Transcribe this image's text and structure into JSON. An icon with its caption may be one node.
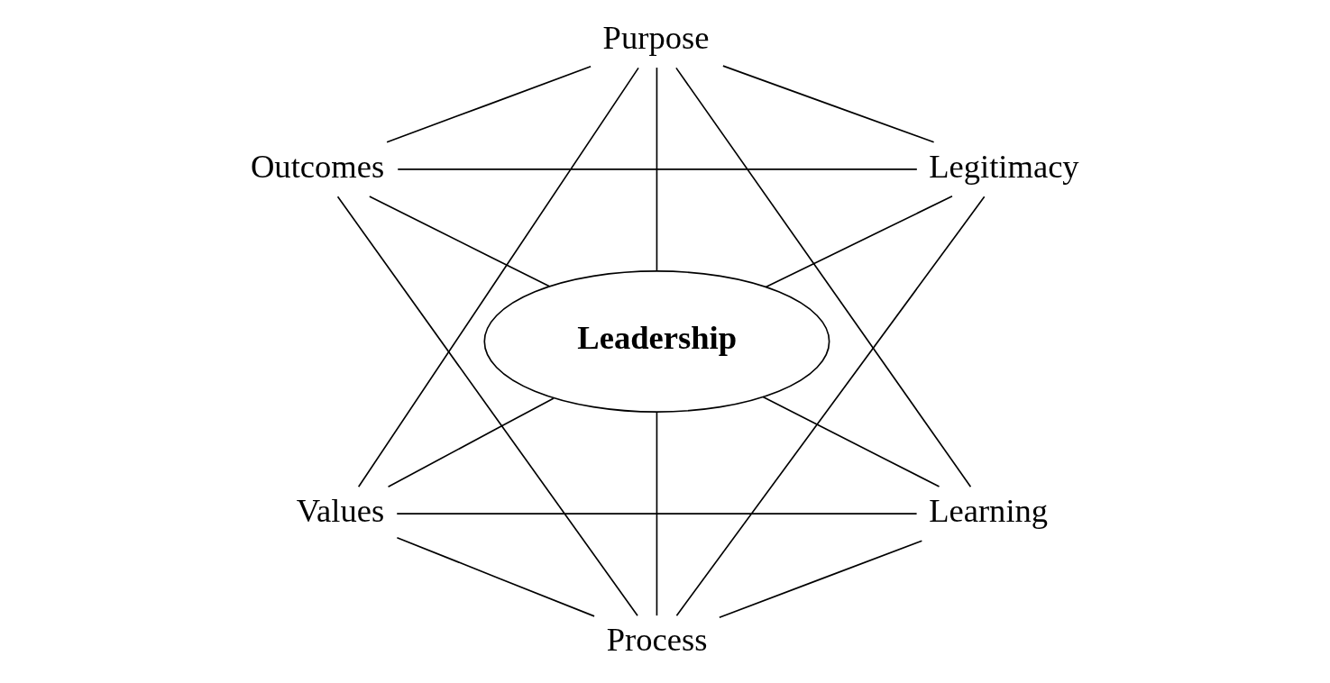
{
  "diagram": {
    "nodes": [
      {
        "text": [
          "Purpose"
        ]
      },
      {
        "text": [
          "Outcomes"
        ]
      },
      {
        "text": [
          "Legitimacy"
        ]
      },
      {
        "text": [
          "Leadership"
        ]
      },
      {
        "text": [
          "Values"
        ]
      },
      {
        "text": [
          "Learning"
        ]
      },
      {
        "text": [
          "Process"
        ]
      }
    ],
    "edges": [
      {
        "from": 1,
        "to": 0,
        "arrow": "none"
      },
      {
        "from": 1,
        "to": 2,
        "arrow": "none"
      },
      {
        "from": 1,
        "to": 3,
        "arrow": "none"
      },
      {
        "from": 1,
        "to": 6,
        "arrow": "none"
      },
      {
        "from": 0,
        "to": 4,
        "arrow": "none"
      },
      {
        "from": 0,
        "to": 3,
        "arrow": "none"
      },
      {
        "from": 0,
        "to": 2,
        "arrow": "none"
      },
      {
        "from": 0,
        "to": 5,
        "arrow": "none"
      },
      {
        "from": 2,
        "to": 3,
        "arrow": "none"
      },
      {
        "from": 2,
        "to": 6,
        "arrow": "none"
      },
      {
        "from": 4,
        "to": 3,
        "arrow": "none"
      },
      {
        "from": 4,
        "to": 5,
        "arrow": "none"
      },
      {
        "from": 4,
        "to": 6,
        "arrow": "none"
      },
      {
        "from": 5,
        "to": 3,
        "arrow": "none"
      },
      {
        "from": 5,
        "to": 6,
        "arrow": "none"
      },
      {
        "from": 6,
        "to": 3,
        "arrow": "none"
      }
    ]
  }
}
